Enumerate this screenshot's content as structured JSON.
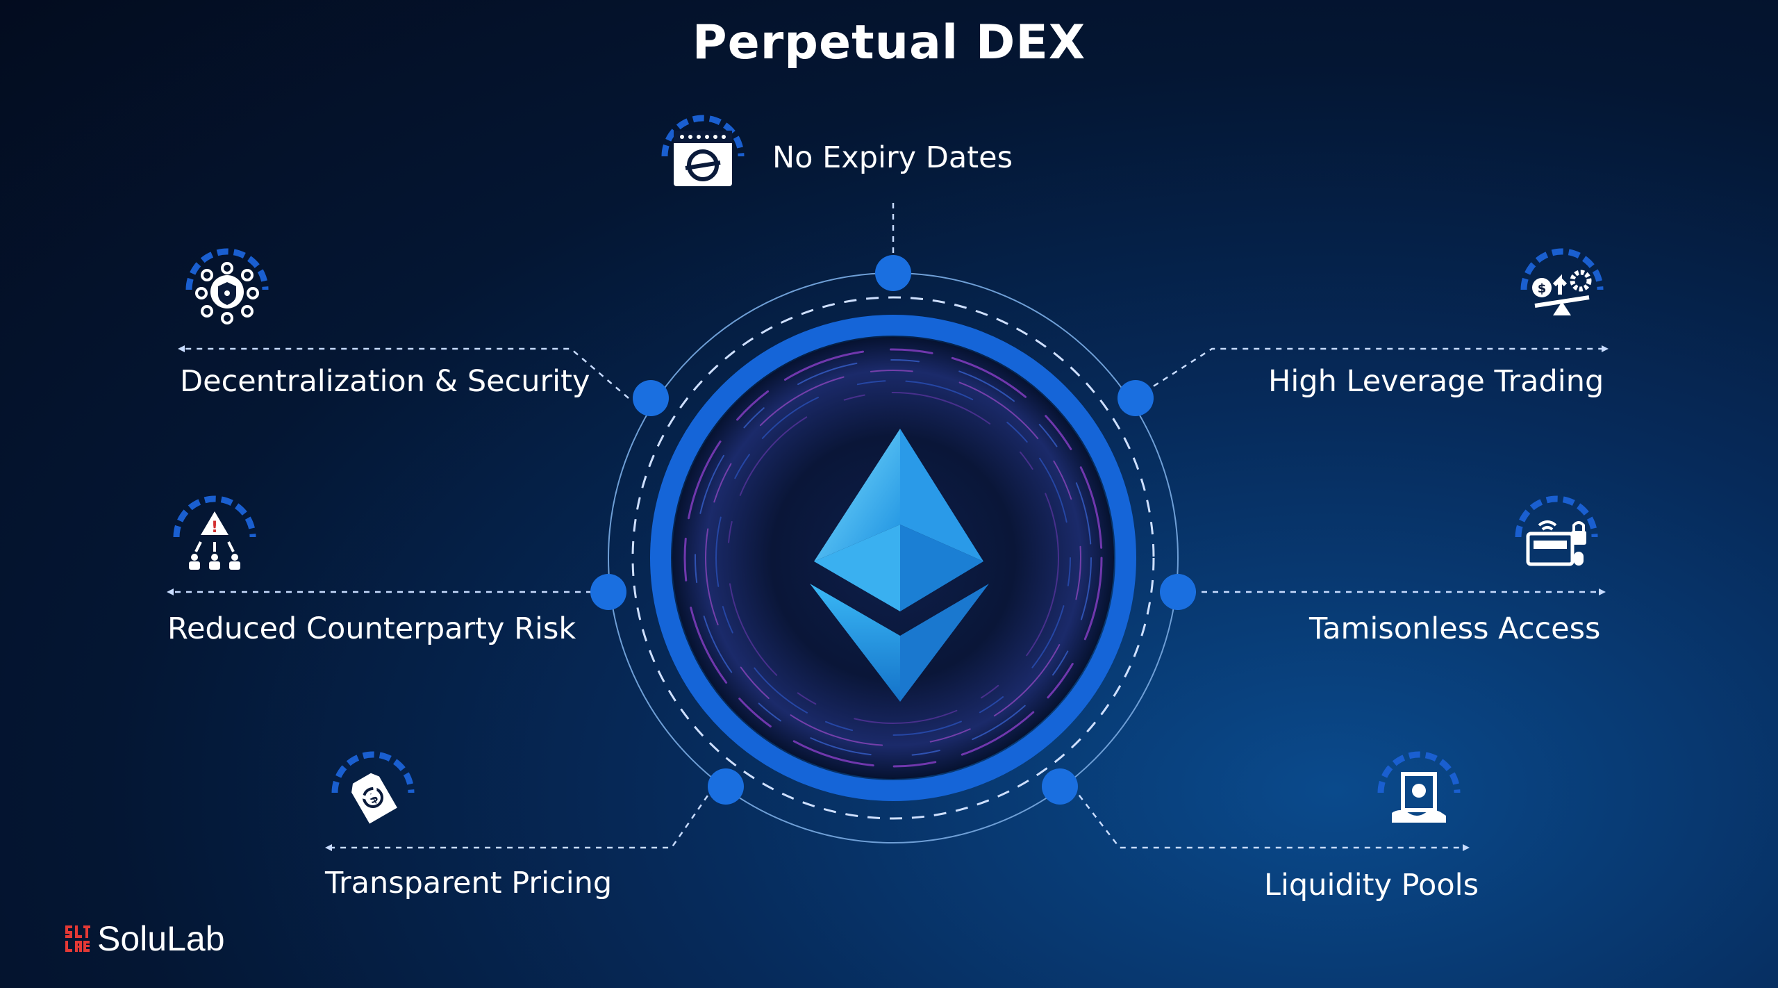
{
  "title": "Perpetual DEX",
  "features": {
    "top": {
      "label": "No Expiry Dates",
      "icon": "calendar-icon"
    },
    "upper_left": {
      "label": "Decentralization & Security",
      "icon": "network-shield-icon"
    },
    "upper_right": {
      "label": "High Leverage Trading",
      "icon": "leverage-scale-icon"
    },
    "mid_left": {
      "label": "Reduced Counterparty Risk",
      "icon": "risk-warning-icon"
    },
    "mid_right": {
      "label": "Tamisonless Access",
      "icon": "secure-access-icon"
    },
    "lower_left": {
      "label": "Transparent Pricing",
      "icon": "price-tag-icon"
    },
    "lower_right": {
      "label": "Liquidity Pools",
      "icon": "liquidity-pool-icon"
    }
  },
  "center": {
    "icon": "ethereum-logo-icon"
  },
  "logo": {
    "text": "SoluLab",
    "mark_text": "SLTLAB"
  },
  "colors": {
    "accent": "#1a6fe0",
    "ring": "#1565d8",
    "node": "#1a6fe0",
    "text": "#ffffff",
    "logo_red": "#e53935"
  }
}
